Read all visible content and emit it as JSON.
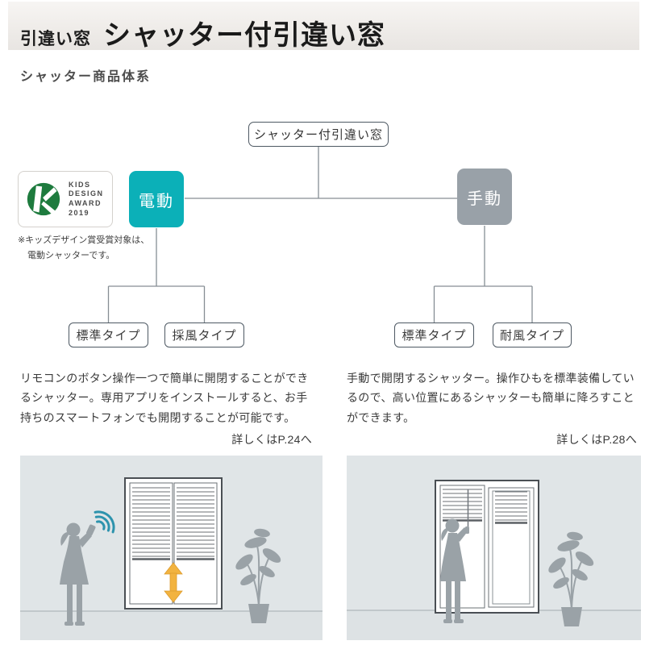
{
  "page": {
    "category_label": "引違い窓",
    "title": "シャッター付引違い窓",
    "section_heading": "シャッター商品体系"
  },
  "diagram": {
    "root_label": "シャッター付引違い窓",
    "branches": [
      {
        "label": "電動",
        "color": "#0bb0b8",
        "types": [
          "標準タイプ",
          "採風タイプ"
        ],
        "description": "リモコンのボタン操作一つで簡単に開閉することができるシャッター。専用アプリをインストールすると、お手持ちのスマートフォンでも開閉することが可能です。",
        "more_label": "詳しくはP.24へ"
      },
      {
        "label": "手動",
        "color": "#99a1a8",
        "types": [
          "標準タイプ",
          "耐風タイプ"
        ],
        "description": "手動で開閉するシャッター。操作ひもを標準装備しているので、高い位置にあるシャッターも簡単に降ろすことができます。",
        "more_label": "詳しくはP.28へ"
      }
    ]
  },
  "award": {
    "lines": [
      "KIDS",
      "DESIGN",
      "AWARD",
      "2019"
    ],
    "note": [
      "※キッズデザイン賞受賞対象は、",
      "電動シャッターです。"
    ]
  },
  "icons": {
    "award_logo": "kids-design-award-k-icon",
    "wifi": "wifi-waves-icon",
    "up_down_arrow": "up-down-arrow-icon",
    "person_remote": "person-with-remote-silhouette",
    "person_cord": "person-pulling-cord-silhouette",
    "plant": "potted-plant-silhouette"
  },
  "colors": {
    "electric_node": "#0bb0b8",
    "manual_node": "#99a1a8",
    "connector": "#868e94",
    "panel_background": "#e0e5e7",
    "silhouette": "#9aa2a7",
    "wifi": "#2d93ad",
    "arrow": "#f2b340",
    "award_green": "#1e7b3e",
    "header_band": "#ece9e6"
  }
}
